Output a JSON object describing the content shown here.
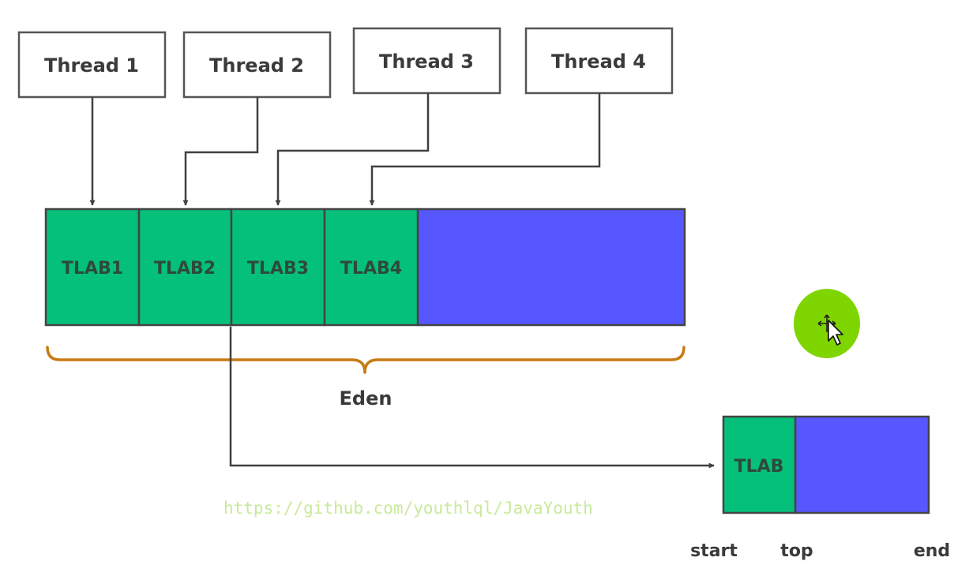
{
  "threads": [
    "Thread 1",
    "Thread 2",
    "Thread 3",
    "Thread 4"
  ],
  "eden": {
    "tlabs": [
      "TLAB1",
      "TLAB2",
      "TLAB3",
      "TLAB4"
    ],
    "label": "Eden"
  },
  "detail": {
    "tlab_label": "TLAB",
    "pointers": [
      "start",
      "top",
      "end"
    ]
  },
  "watermark": "https://github.com/youthlql/JavaYouth",
  "colors": {
    "tlab_green": "#05c07a",
    "free_blue": "#5757ff",
    "brace_orange": "#c87a12",
    "cursor_green": "#7ed500",
    "line": "#404040"
  },
  "icons": [
    "move-cursor-icon",
    "pointer-cursor-icon"
  ]
}
